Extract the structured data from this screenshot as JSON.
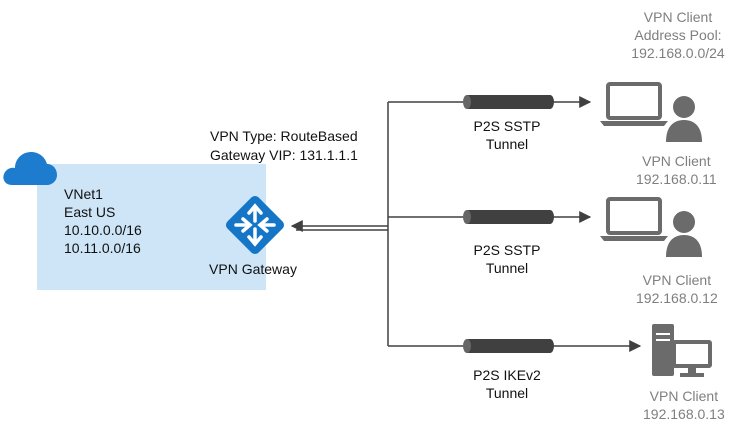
{
  "vnet": {
    "name": "VNet1",
    "region": "East US",
    "prefix1": "10.10.0.0/16",
    "prefix2": "10.11.0.0/16"
  },
  "gateway": {
    "vpn_type": "VPN Type: RouteBased",
    "vip": "Gateway VIP: 131.1.1.1",
    "label": "VPN Gateway"
  },
  "pool": {
    "line1": "VPN Client",
    "line2": "Address Pool:",
    "line3": "192.168.0.0/24"
  },
  "tunnels": [
    {
      "protocol": "P2S SSTP",
      "word": "Tunnel"
    },
    {
      "protocol": "P2S SSTP",
      "word": "Tunnel"
    },
    {
      "protocol": "P2S IKEv2",
      "word": "Tunnel"
    }
  ],
  "clients": [
    {
      "name": "VPN Client",
      "ip": "192.168.0.11",
      "device": "laptop-user-icon"
    },
    {
      "name": "VPN Client",
      "ip": "192.168.0.12",
      "device": "laptop-user-icon"
    },
    {
      "name": "VPN Client",
      "ip": "192.168.0.13",
      "device": "desktop-computer-icon"
    }
  ],
  "colors": {
    "vnet_fill": "#cde5f7",
    "cloud": "#1e7ccf",
    "gateway": "#1576c7",
    "wire": "#404040",
    "device": "#6b6b6b",
    "client_text": "#7f7f7f"
  }
}
